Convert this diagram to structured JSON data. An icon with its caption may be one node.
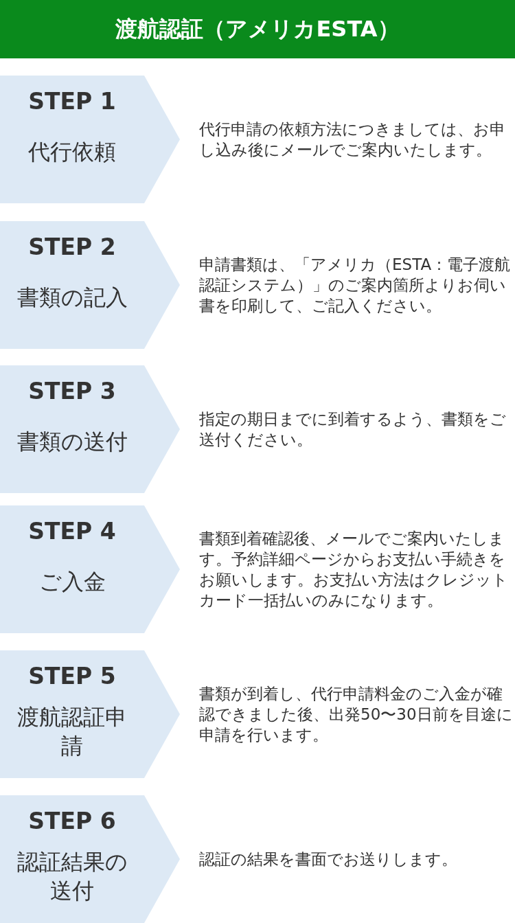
{
  "diagram": {
    "title": "渡航認証（アメリカESTA）",
    "nodes": [
      {
        "text": [
          "STEP 1",
          "代行依頼"
        ],
        "beside": [
          "代行申請の依頼方法につきましては、お申し込み後にメールでご案内いたします。"
        ]
      },
      {
        "text": [
          "STEP 2",
          "書類の記入"
        ],
        "beside": [
          "申請書類は、「アメリカ（ESTA：電子渡航認証システム）」のご案内箇所よりお伺い書を印刷して、ご記入ください。"
        ]
      },
      {
        "text": [
          "STEP 3",
          "書類の送付"
        ],
        "beside": [
          "指定の期日までに到着するよう、書類をご送付ください。"
        ]
      },
      {
        "text": [
          "STEP 4",
          "ご入金"
        ],
        "beside": [
          "書類到着確認後、メールでご案内いたします。予約詳細ページからお支払い手続きをお願いします。お支払い方法はクレジットカード一括払いのみになります。"
        ]
      },
      {
        "text": [
          "STEP 5",
          "渡航認証申請"
        ],
        "beside": [
          "書類が到着し、代行申請料金のご入金が確認できました後、出発50〜30日前を目途に申請を行います。"
        ]
      },
      {
        "text": [
          "STEP 6",
          "認証結果の送付"
        ],
        "beside": [
          "認証の結果を書面でお送りします。"
        ]
      }
    ]
  }
}
